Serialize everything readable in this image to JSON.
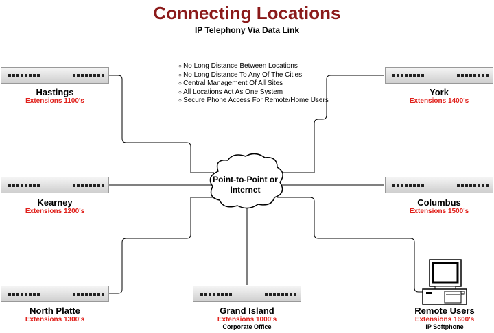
{
  "title": "Connecting Locations",
  "subtitle": "IP Telephony Via Data Link",
  "bullets": [
    "No Long Distance Between Locations",
    "No Long Distance To Any Of The Cities",
    "Central Management Of All Sites",
    "All Locations Act As One System",
    "Secure Phone Access For Remote/Home Users"
  ],
  "cloud": {
    "line1": "Point-to-Point or",
    "line2": "Internet"
  },
  "locations": {
    "hastings": {
      "name": "Hastings",
      "ext": "Extensions 1100's"
    },
    "york": {
      "name": "York",
      "ext": "Extensions 1400's"
    },
    "kearney": {
      "name": "Kearney",
      "ext": "Extensions 1200's"
    },
    "columbus": {
      "name": "Columbus",
      "ext": "Extensions 1500's"
    },
    "north_platte": {
      "name": "North Platte",
      "ext": "Extensions 1300's"
    },
    "grand_island": {
      "name": "Grand Island",
      "ext": "Extensions 1000's",
      "note": "Corporate Office"
    },
    "remote": {
      "name": "Remote Users",
      "ext": "Extensions 1600's",
      "note": "IP Softphone"
    }
  },
  "colors": {
    "title": "#8b1a1a",
    "extension": "#e0201b"
  }
}
